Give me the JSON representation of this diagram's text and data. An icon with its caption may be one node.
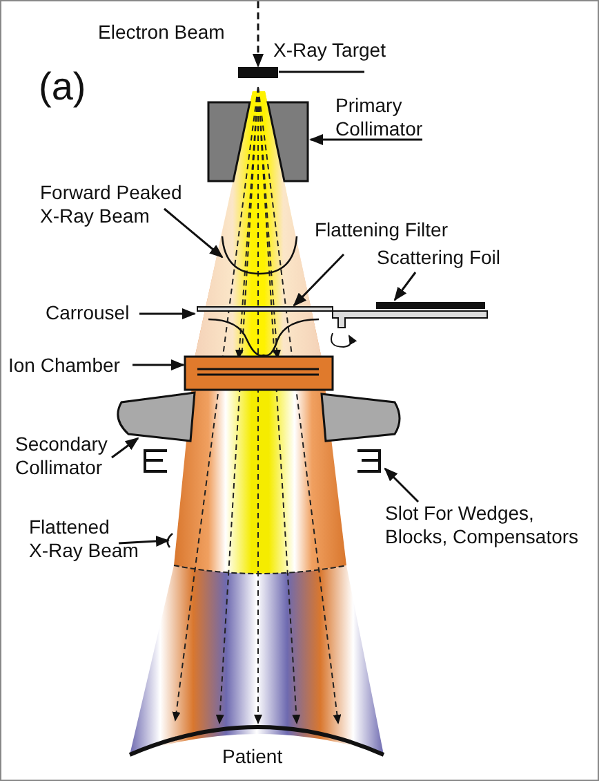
{
  "diagram": {
    "nodes": [
      {
        "text": [
          "X-Ray Target"
        ]
      },
      {
        "text": [],
        "shape": "bar"
      },
      {
        "text": [
          "Primary Collimator"
        ]
      },
      {
        "text": [],
        "shape": "box"
      },
      {
        "text": [
          "Forward Peaked X-Ray Beam"
        ]
      },
      {
        "text": [],
        "shape": "curve"
      },
      {
        "text": [
          "Flattening Filter"
        ]
      },
      {
        "text": [],
        "shape": "curve"
      },
      {
        "text": [
          "Scattering Foil"
        ]
      },
      {
        "text": [],
        "shape": "bar"
      },
      {
        "text": [
          "Carrousel"
        ]
      },
      {
        "text": [],
        "shape": "bar"
      },
      {
        "text": [
          "Ion Chamber"
        ]
      },
      {
        "text": [],
        "shape": "box"
      },
      {
        "text": [
          "Secondary Collimator"
        ]
      },
      {
        "text": [],
        "shape": "box"
      },
      {
        "text": [
          "Slot For Wedges, Blocks, Compensators"
        ]
      },
      {
        "text": [],
        "shape": "bracket"
      },
      {
        "text": [
          "Flattened X-Ray Beam"
        ]
      },
      {
        "text": [],
        "shape": "curve"
      },
      {
        "text": [],
        "shape": "box"
      }
    ],
    "edges": [
      {
        "from": 0,
        "to": 1,
        "arrow": "none"
      },
      {
        "from": 2,
        "to": 3,
        "arrow": "to"
      },
      {
        "from": 4,
        "to": 5,
        "arrow": "to"
      },
      {
        "from": 6,
        "to": 7,
        "arrow": "to"
      },
      {
        "from": 8,
        "to": 9,
        "arrow": "to"
      },
      {
        "from": 10,
        "to": 11,
        "arrow": "to"
      },
      {
        "from": 12,
        "to": 13,
        "arrow": "to"
      },
      {
        "from": 14,
        "to": 15,
        "arrow": "to"
      },
      {
        "from": 16,
        "to": 17,
        "arrow": "to"
      },
      {
        "from": 18,
        "to": 19,
        "arrow": "to"
      },
      {
        "from": null,
        "to": 1,
        "arrow": "to",
        "style": "dashed"
      }
    ],
    "labels": [
      "Electron Beam",
      "(a)",
      "Patient"
    ]
  }
}
